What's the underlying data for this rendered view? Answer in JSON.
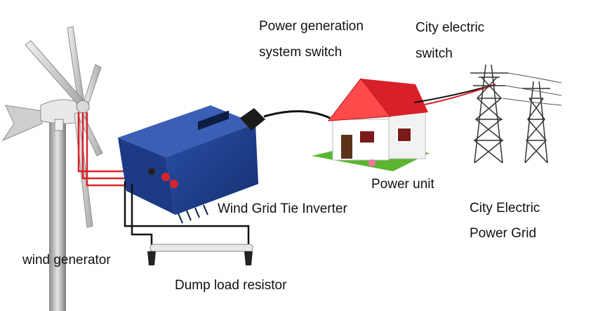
{
  "labels": {
    "power_generation_switch_line1": "Power generation",
    "power_generation_switch_line2": "system switch",
    "city_electric_switch_line1": "City electric",
    "city_electric_switch_line2": "switch",
    "power_unit": "Power unit",
    "city_electric_grid_line1": "City Electric",
    "city_electric_grid_line2": "Power Grid",
    "wind_grid_tie_inverter": "Wind Grid Tie Inverter",
    "wind_generator": "wind generator",
    "dump_load_resistor": "Dump load resistor"
  },
  "colors": {
    "red_wire": "#d9232a",
    "black_wire": "#111111",
    "inverter_body": "#1f3f8f",
    "roof": "#d8202a",
    "house_wall": "#ffffff",
    "grass": "#5cb531"
  }
}
